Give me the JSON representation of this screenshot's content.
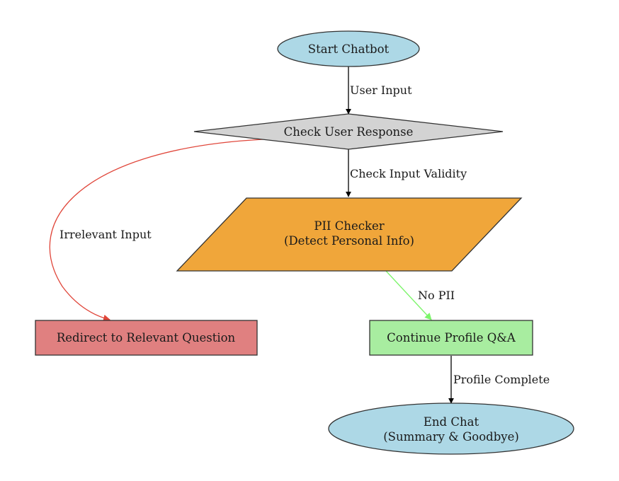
{
  "flowchart": {
    "nodes": {
      "start": {
        "label": "Start Chatbot",
        "shape": "ellipse",
        "color": "#add8e6"
      },
      "check": {
        "label": "Check User Response",
        "shape": "diamond",
        "color": "#d3d3d3"
      },
      "pii": {
        "lines": [
          "PII Checker",
          "(Detect Personal Info)"
        ],
        "shape": "parallelogram",
        "color": "#f0a63a"
      },
      "redirect": {
        "label": "Redirect to Relevant Question",
        "shape": "rectangle",
        "color": "#e08080"
      },
      "continue": {
        "label": "Continue Profile Q&A",
        "shape": "rectangle",
        "color": "#a8eda0"
      },
      "end": {
        "lines": [
          "End Chat",
          "(Summary & Goodbye)"
        ],
        "shape": "ellipse",
        "color": "#add8e6"
      }
    },
    "edges": {
      "user_input": {
        "from": "start",
        "to": "check",
        "label": "User Input",
        "color": "#000000"
      },
      "check_validity": {
        "from": "check",
        "to": "pii",
        "label": "Check Input Validity",
        "color": "#000000"
      },
      "irrelevant": {
        "from": "check",
        "to": "redirect",
        "label": "Irrelevant Input",
        "color": "#e0463a"
      },
      "no_pii": {
        "from": "pii",
        "to": "continue",
        "label": "No PII",
        "color": "#7cf56a"
      },
      "profile_complete": {
        "from": "continue",
        "to": "end",
        "label": "Profile Complete",
        "color": "#000000"
      }
    }
  }
}
